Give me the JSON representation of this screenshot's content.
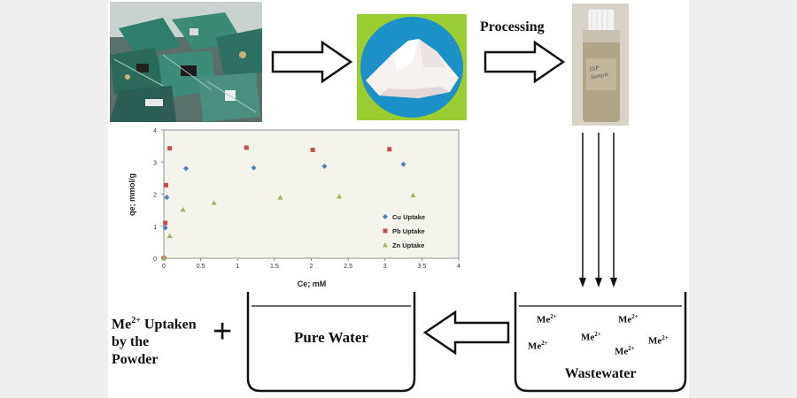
{
  "labels": {
    "processing": "Processing",
    "vial_label": "SSP Sample",
    "pure_water": "Pure Water",
    "wastewater": "Wastewater",
    "uptaken_line1_prefix": "Me",
    "uptaken_line1_sup": "2+",
    "uptaken_line1_suffix": " Uptaken",
    "uptaken_line2": "by the",
    "uptaken_line3": "Powder",
    "plus": "+",
    "ion_base": "Me",
    "ion_sup": "2+"
  },
  "colors": {
    "cu": "#4f81bd",
    "pb": "#c0504d",
    "zn": "#9bbb59",
    "plot_bg": "#f5f4ec",
    "powder_bg": "#9acd32",
    "powder_disc": "#1e90c8"
  },
  "icons": [
    "circuit-board-scrap-photo",
    "white-powder-photo",
    "sample-vial-photo",
    "hollow-right-arrow",
    "hollow-left-arrow",
    "down-arrow"
  ],
  "chart_data": {
    "type": "scatter",
    "xlabel": "Ce; mM",
    "ylabel": "qe; mmol/g",
    "xlim": [
      0,
      4
    ],
    "ylim": [
      0,
      4
    ],
    "xticks": [
      "0",
      "0.5",
      "1",
      "1.5",
      "2",
      "2.5",
      "3",
      "3.5",
      "4"
    ],
    "yticks": [
      "0",
      "1",
      "2",
      "3",
      "4"
    ],
    "grid": false,
    "legend_position": "right",
    "series": [
      {
        "name": "Cu Uptake",
        "marker": "diamond",
        "color": "#4f81bd",
        "x": [
          0.0,
          0.02,
          0.04,
          0.3,
          1.22,
          2.18,
          3.25
        ],
        "y": [
          0.0,
          0.95,
          1.9,
          2.8,
          2.82,
          2.87,
          2.93
        ]
      },
      {
        "name": "Pb Uptake",
        "marker": "square",
        "color": "#c0504d",
        "x": [
          0.0,
          0.02,
          0.03,
          0.08,
          1.12,
          2.02,
          3.06
        ],
        "y": [
          0.0,
          1.1,
          2.28,
          3.43,
          3.45,
          3.38,
          3.4
        ]
      },
      {
        "name": "Zn Uptake",
        "marker": "triangle",
        "color": "#9bbb59",
        "x": [
          0.0,
          0.08,
          0.26,
          0.68,
          1.58,
          2.38,
          3.38
        ],
        "y": [
          0.0,
          0.7,
          1.52,
          1.73,
          1.9,
          1.93,
          1.97
        ]
      }
    ]
  }
}
